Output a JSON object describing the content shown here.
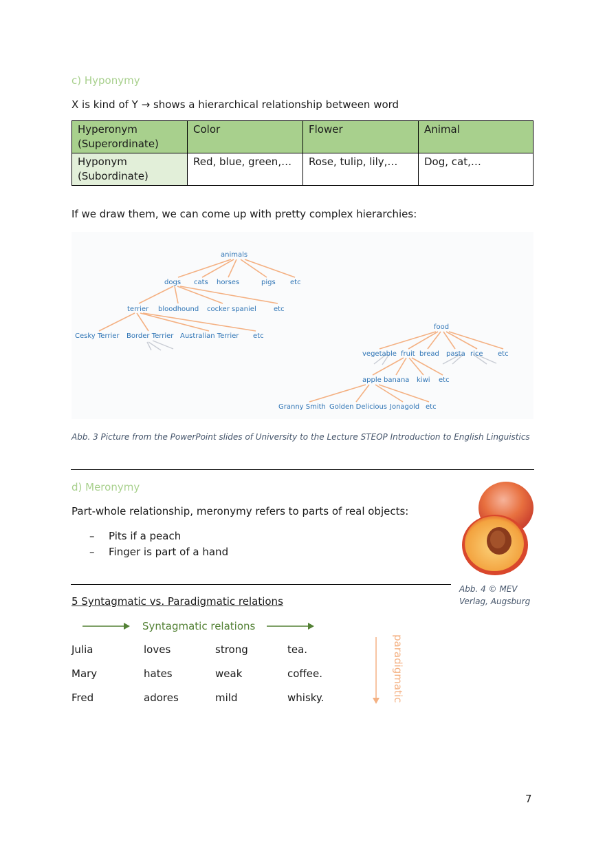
{
  "hyponymy": {
    "heading": "c) Hyponymy",
    "definition": "X is kind of Y → shows a hierarchical relationship between word",
    "table": {
      "rows": [
        [
          "Hyperonym (Superordinate)",
          "Color",
          "Flower",
          "Animal"
        ],
        [
          "Hyponym (Subordinate)",
          "Red, blue, green,…",
          "Rose, tulip, lily,…",
          "Dog, cat,…"
        ]
      ]
    },
    "intro": "If we draw them, we can come up with pretty complex hierarchies:",
    "caption": "Abb. 3 Picture from the PowerPoint slides of University to the Lecture STEOP Introduction to English Linguistics"
  },
  "diagram": {
    "animals": "animals",
    "dogs": "dogs",
    "cats": "cats",
    "horses": "horses",
    "pigs": "pigs",
    "etc1": "etc",
    "terrier": "terrier",
    "bloodhound": "bloodhound",
    "cocker": "cocker spaniel",
    "etc2": "etc",
    "cesky": "Cesky Terrier",
    "border": "Border Terrier",
    "australian": "Australian Terrier",
    "etc3": "etc",
    "food": "food",
    "vegetable": "vegetable",
    "fruit": "fruit",
    "bread": "bread",
    "pasta": "pasta",
    "rice": "rice",
    "etc4": "etc",
    "apple": "apple",
    "banana": "banana",
    "kiwi": "kiwi",
    "etc5": "etc",
    "granny": "Granny Smith",
    "golden": "Golden Delicious",
    "jonagold": "Jonagold",
    "etc6": "etc"
  },
  "meronymy": {
    "heading": "d) Meronymy",
    "definition": "Part-whole relationship, meronymy refers to parts of real objects:",
    "bullets": [
      "Pits if a peach",
      "Finger is part of a hand"
    ],
    "bullet_marker": "–",
    "image_caption_line1": "Abb. 4 © MEV",
    "image_caption_line2": "Verlag, Augsburg"
  },
  "relations": {
    "heading": "5 Syntagmatic vs. Paradigmatic relations",
    "syntagmatic_label": "Syntagmatic relations",
    "paradigmatic_label": "paradigmatic",
    "rows": [
      [
        "Julia",
        "loves",
        "strong",
        "tea."
      ],
      [
        "Mary",
        "hates",
        "weak",
        "coffee."
      ],
      [
        "Fred",
        "adores",
        "mild",
        "whisky."
      ]
    ]
  },
  "page_number": "7",
  "colors": {
    "green_heading": "#a8d08d",
    "table_header": "#a8d08d",
    "table_first": "#e2efd9",
    "syntagmatic": "#538135",
    "paradigmatic": "#f4b183",
    "tree_line": "#f4b183",
    "tree_text": "#2e74b5"
  }
}
